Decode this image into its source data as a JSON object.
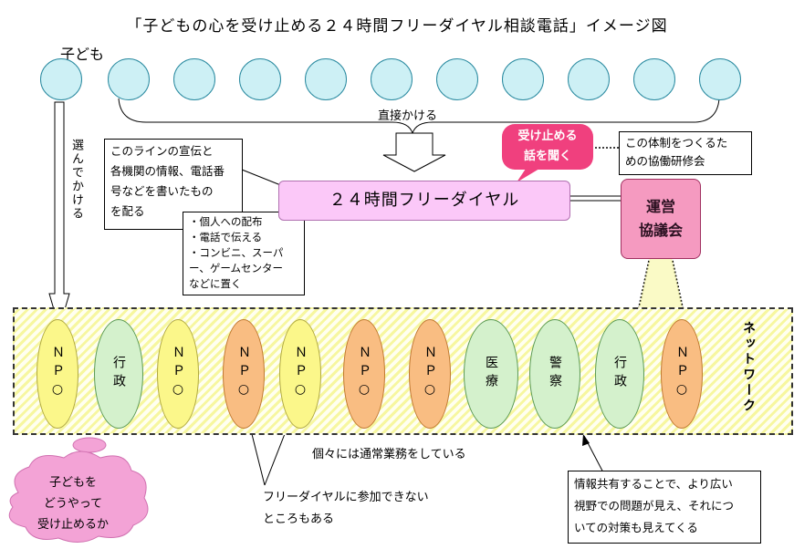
{
  "title": "「子どもの心を受け止める２４時間フリーダイヤル相談電話」イメージ図",
  "children_label": "子ども",
  "direct_call_label": "直接かける",
  "choose_call_label": "選んでかける",
  "publicity_box": {
    "lines": [
      "このラインの宣伝と",
      "各機関の情報、電話番",
      "号などを書いたもの",
      "を配る"
    ]
  },
  "distribution_box": {
    "lines": [
      "・個人への配布",
      "・電話で伝える",
      "・コンビニ、スーパ",
      "ー、ゲームセンター",
      "などに置く"
    ]
  },
  "freedial_label": "２４時間フリーダイヤル",
  "receive_bubble": {
    "line1": "受け止める",
    "line2": "話を聞く"
  },
  "workshop_box": {
    "line1": "この体制をつくるた",
    "line2": "めの協働研修会"
  },
  "council": {
    "line1": "運営",
    "line2": "協議会"
  },
  "network_label": "ネットワーク",
  "organizations": [
    {
      "label": "ＮＰ○",
      "color": "#fbf78a"
    },
    {
      "label": "行政",
      "color": "#d4f1cc"
    },
    {
      "label": "ＮＰ○",
      "color": "#fbf78a"
    },
    {
      "label": "ＮＰ○",
      "color": "#f9bd82"
    },
    {
      "label": "ＮＰ○",
      "color": "#fbf78a"
    },
    {
      "label": "ＮＰ○",
      "color": "#f9bd82"
    },
    {
      "label": "ＮＰ○",
      "color": "#f9bd82"
    },
    {
      "label": "医療",
      "color": "#d4f1cc"
    },
    {
      "label": "警察",
      "color": "#d4f1cc"
    },
    {
      "label": "行政",
      "color": "#d4f1cc"
    },
    {
      "label": "ＮＰ○",
      "color": "#f9bd82"
    }
  ],
  "daily_work_label": "個々には通常業務をしている",
  "cloud": {
    "line1": "子どもを",
    "line2": "どうやって",
    "line3": "受け止めるか"
  },
  "cannot_join": {
    "line1": "フリーダイヤルに参加できない",
    "line2": "ところもある"
  },
  "info_share_box": {
    "lines": [
      "情報共有することで、より広い",
      "視野での問題が見え、それにつ",
      "いての対策も見えてくる"
    ]
  }
}
